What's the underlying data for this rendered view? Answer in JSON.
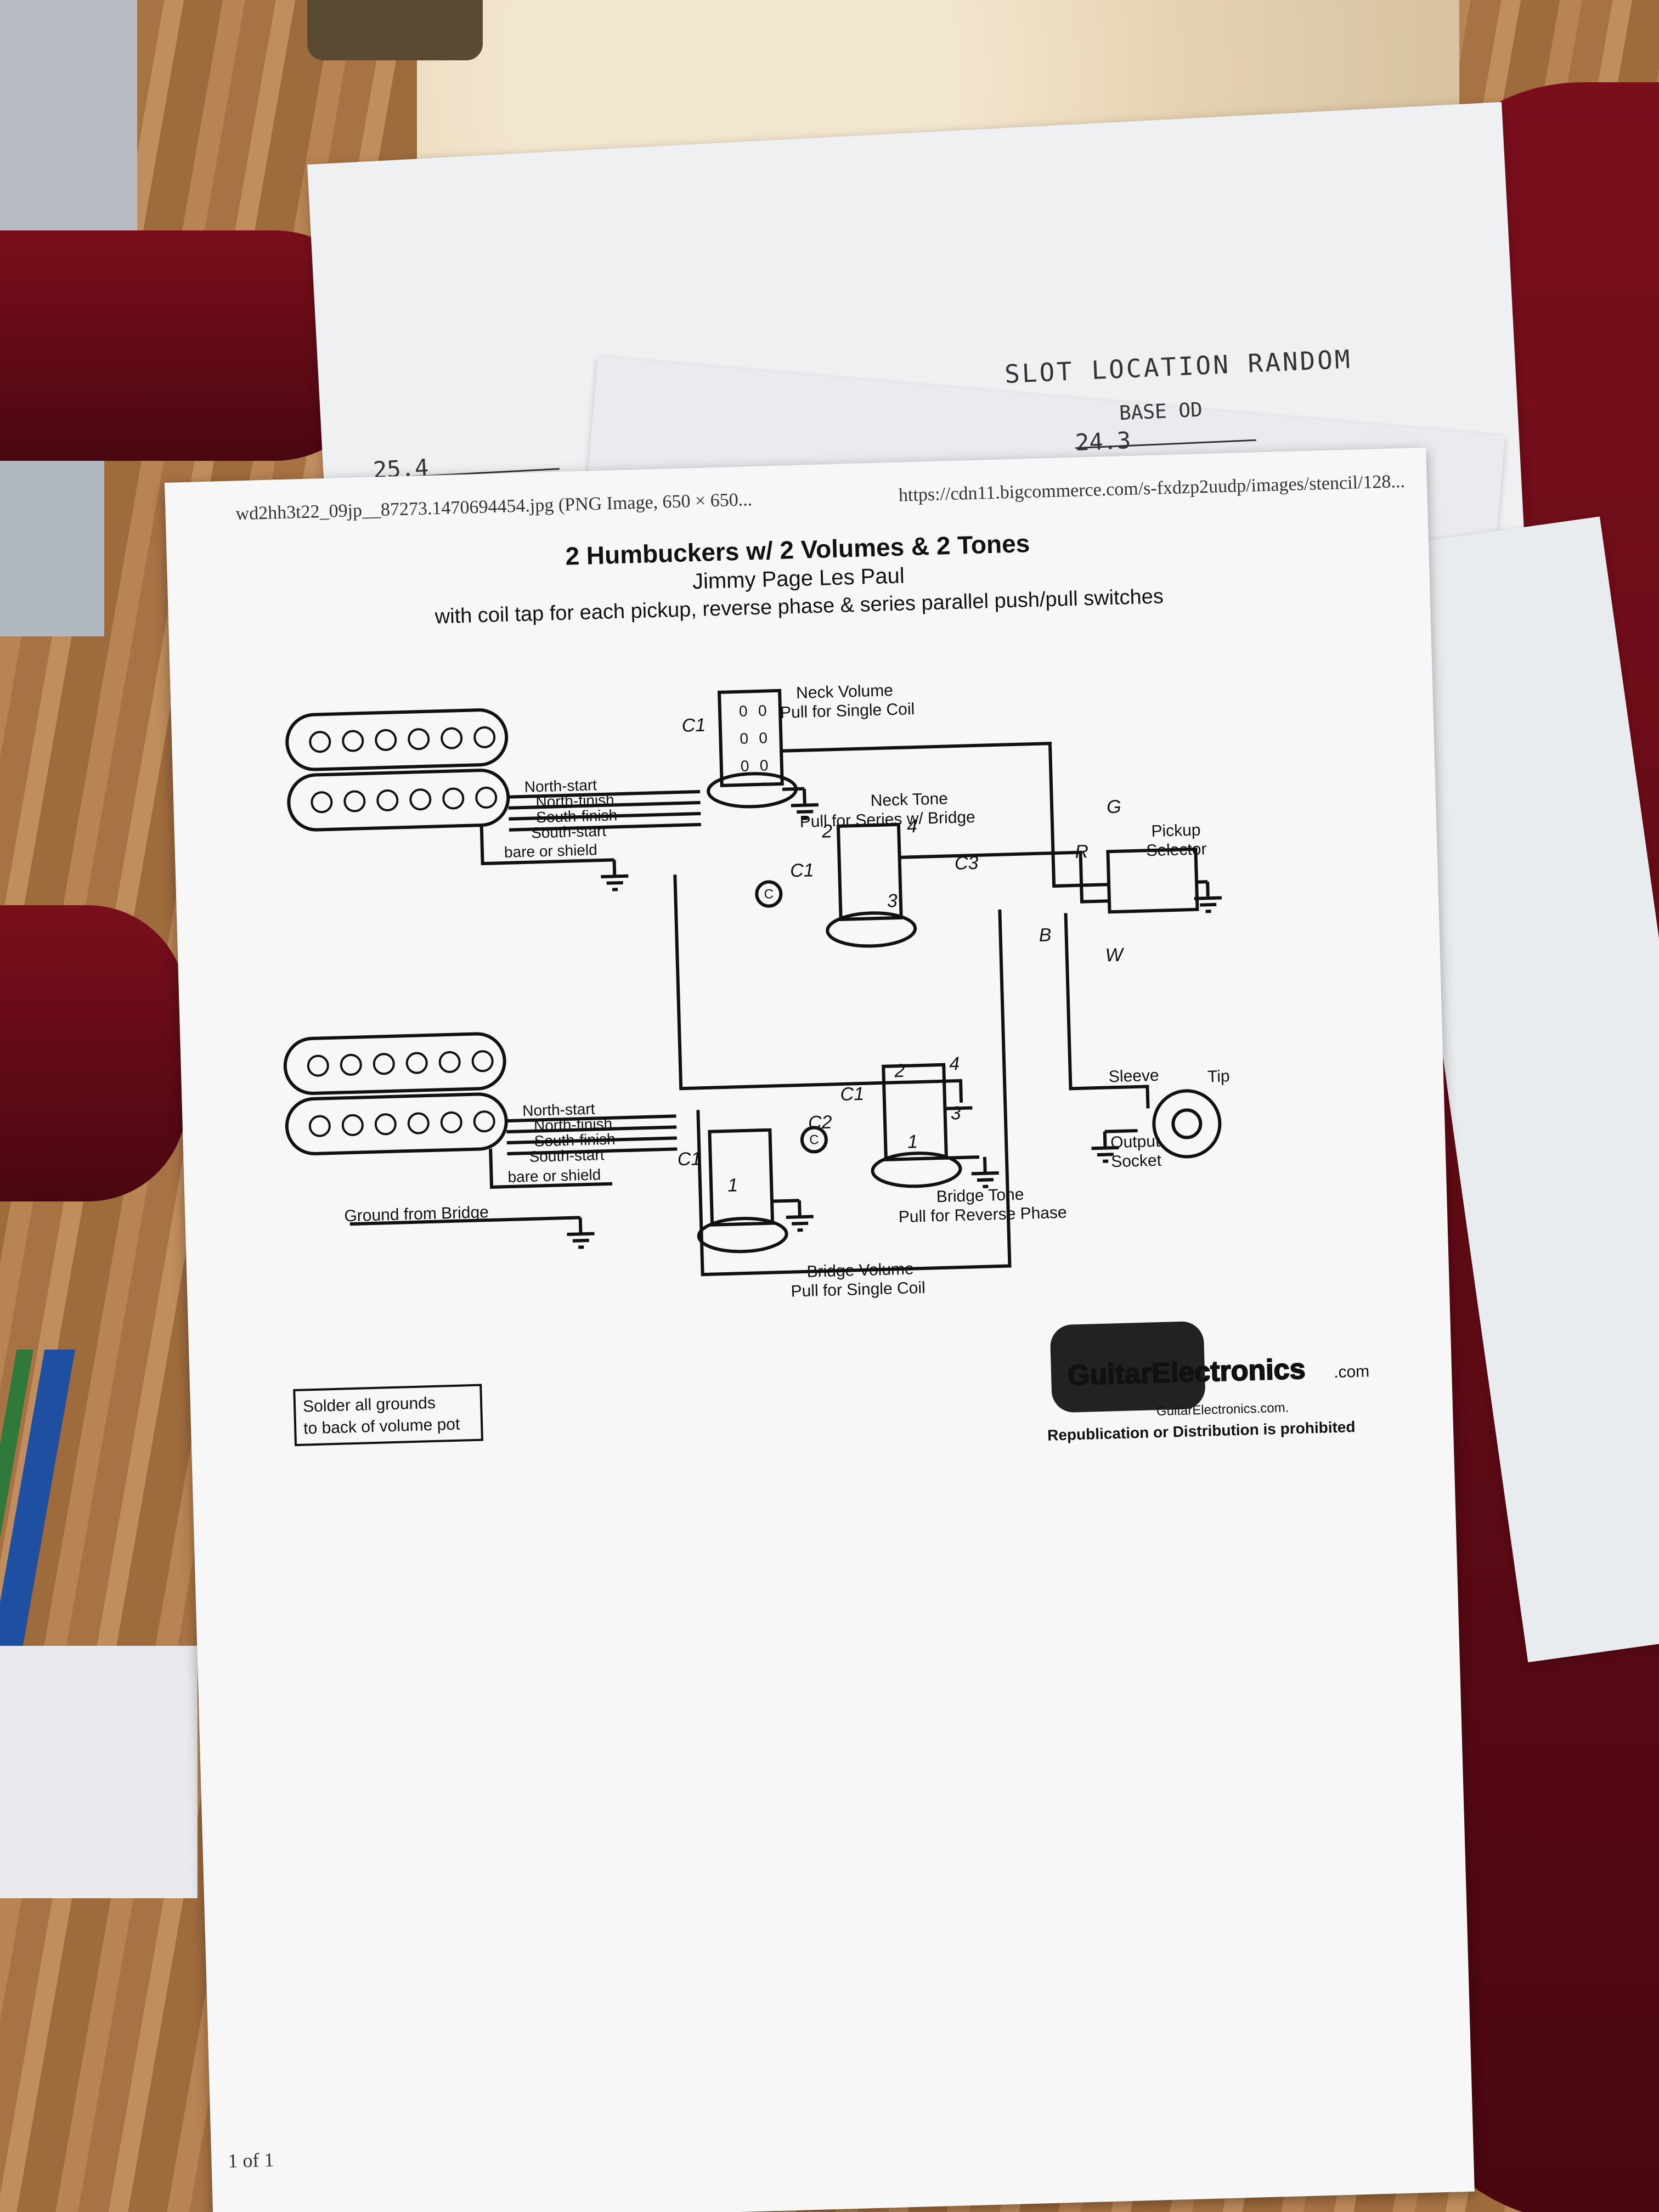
{
  "background": {
    "slot_label": "SLOT LOCATION RANDOM",
    "base_od_label": "BASE OD",
    "dim_243": "24.3",
    "dim_254": "25.4"
  },
  "printout": {
    "header_left": "wd2hh3t22_09jp__87273.1470694454.jpg (PNG Image, 650 × 650...",
    "header_right": "https://cdn11.bigcommerce.com/s-fxdzp2uudp/images/stencil/128...",
    "footer": "1 of 1"
  },
  "diagram": {
    "title": "2 Humbuckers w/ 2 Volumes & 2 Tones",
    "subtitle": "Jimmy Page Les Paul",
    "subtitle2": "with coil tap for each pickup, reverse phase & series parallel push/pull switches",
    "neck_volume": "Neck Volume",
    "neck_volume_sub": "Pull for Single Coil",
    "neck_tone": "Neck Tone",
    "neck_tone_sub": "Pull for Series w/ Bridge",
    "pickup_selector_1": "Pickup",
    "pickup_selector_2": "Selector",
    "bridge_volume": "Bridge Volume",
    "bridge_volume_sub": "Pull for Single Coil",
    "bridge_tone": "Bridge Tone",
    "bridge_tone_sub": "Pull for Reverse Phase",
    "neck_wires": [
      "North-start",
      "North-finish",
      "South-finish",
      "South-start"
    ],
    "neck_shield": "bare or shield",
    "bridge_wires": [
      "North-start",
      "North-finish",
      "South-finish",
      "South-start"
    ],
    "bridge_shield": "bare or shield",
    "ground_from_bridge": "Ground from Bridge",
    "sleeve": "Sleeve",
    "tip": "Tip",
    "output_1": "Output",
    "output_2": "Socket",
    "solder_1": "Solder all grounds",
    "solder_2": "to back of volume pot",
    "cap_label": "C",
    "logo_text": "GuitarElectronics",
    "logo_com": ".com",
    "logo_url": "GuitarElectronics.com.",
    "logo_notice": "Republication or Distribution is prohibited",
    "switch_numbers": [
      "0",
      "0",
      "0",
      "0",
      "0",
      "0"
    ],
    "annotations": {
      "neck_volume_c1": "C1",
      "neck_tone_2": "2",
      "neck_tone_4": "4",
      "neck_tone_c1": "C1",
      "neck_tone_c3": "C3",
      "neck_tone_3": "3",
      "letter_g": "G",
      "letter_r": "R",
      "letter_b": "B",
      "letter_w": "W",
      "bridge_tone_2": "2",
      "bridge_tone_4": "4",
      "bridge_tone_c1": "C1",
      "bridge_tone_c2": "C2",
      "bridge_tone_3": "3",
      "bridge_tone_1": "1",
      "bridge_volume_c1": "C1",
      "bridge_volume_1": "1"
    }
  }
}
